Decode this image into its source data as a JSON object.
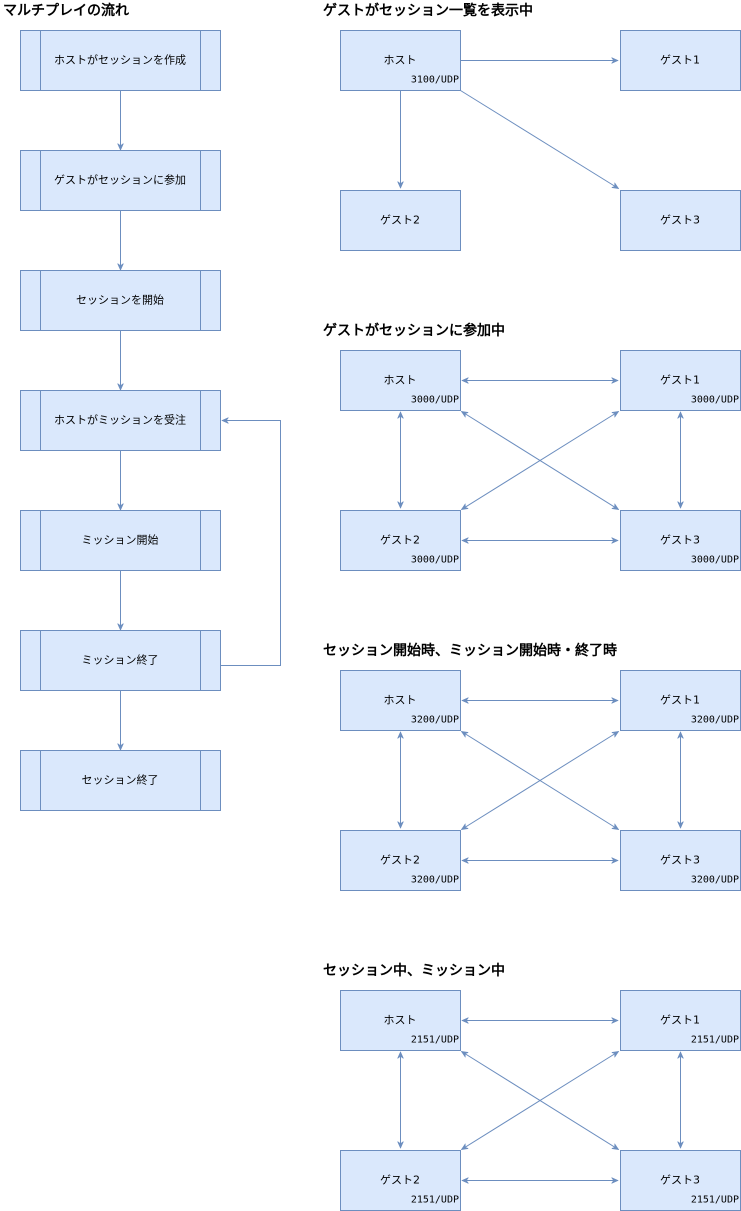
{
  "flow": {
    "title": "マルチプレイの流れ",
    "steps": [
      "ホストがセッションを作成",
      "ゲストがセッションに参加",
      "セッションを開始",
      "ホストがミッションを受注",
      "ミッション開始",
      "ミッション終了",
      "セッション終了"
    ]
  },
  "sections": [
    {
      "id": "list",
      "title": "ゲストがセッション一覧を表示中",
      "nodes": [
        {
          "id": "host",
          "label": "ホスト",
          "port": "3100/UDP"
        },
        {
          "id": "guest1",
          "label": "ゲスト1",
          "port": ""
        },
        {
          "id": "guest2",
          "label": "ゲスト2",
          "port": ""
        },
        {
          "id": "guest3",
          "label": "ゲスト3",
          "port": ""
        }
      ]
    },
    {
      "id": "join",
      "title": "ゲストがセッションに参加中",
      "nodes": [
        {
          "id": "host",
          "label": "ホスト",
          "port": "3000/UDP"
        },
        {
          "id": "guest1",
          "label": "ゲスト1",
          "port": "3000/UDP"
        },
        {
          "id": "guest2",
          "label": "ゲスト2",
          "port": "3000/UDP"
        },
        {
          "id": "guest3",
          "label": "ゲスト3",
          "port": "3000/UDP"
        }
      ]
    },
    {
      "id": "start",
      "title": "セッション開始時、ミッション開始時・終了時",
      "nodes": [
        {
          "id": "host",
          "label": "ホスト",
          "port": "3200/UDP"
        },
        {
          "id": "guest1",
          "label": "ゲスト1",
          "port": "3200/UDP"
        },
        {
          "id": "guest2",
          "label": "ゲスト2",
          "port": "3200/UDP"
        },
        {
          "id": "guest3",
          "label": "ゲスト3",
          "port": "3200/UDP"
        }
      ]
    },
    {
      "id": "during",
      "title": "セッション中、ミッション中",
      "nodes": [
        {
          "id": "host",
          "label": "ホスト",
          "port": "2151/UDP"
        },
        {
          "id": "guest1",
          "label": "ゲスト1",
          "port": "2151/UDP"
        },
        {
          "id": "guest2",
          "label": "ゲスト2",
          "port": "2151/UDP"
        },
        {
          "id": "guest3",
          "label": "ゲスト3",
          "port": "2151/UDP"
        }
      ]
    }
  ],
  "colors": {
    "box_fill": "#dae8fc",
    "box_stroke": "#6c8ebf",
    "line": "#6c8ebf",
    "text": "#000000"
  }
}
